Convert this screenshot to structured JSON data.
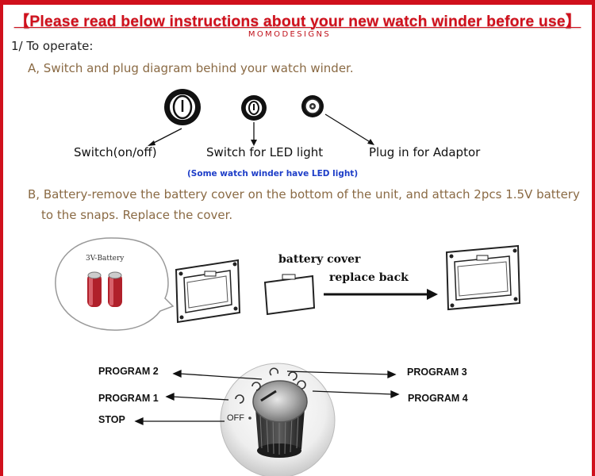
{
  "header": {
    "title": "【Please read below instructions about your new watch winder before use】",
    "brand": "MOMODESIGNS"
  },
  "section_operate": {
    "heading": "1/ To operate:",
    "part_a": "A, Switch and plug diagram behind your watch winder.",
    "labels": {
      "switch": "Switch(on/off)",
      "led_switch": "Switch for LED light",
      "plug": "Plug in for Adaptor",
      "led_note": "(Some watch winder have LED light)"
    },
    "part_b_line1": "B, Battery-remove the battery cover on the bottom of the unit, and attach 2pcs 1.5V battery",
    "part_b_line2": "to the snaps.  Replace the cover.",
    "battery_labels": {
      "battery": "3V-Battery",
      "cover": "battery cover",
      "replace": "replace back"
    }
  },
  "program_dial": {
    "program2": "PROGRAM 2",
    "program1": "PROGRAM 1",
    "stop": "STOP",
    "program3": "PROGRAM 3",
    "program4": "PROGRAM 4",
    "off": "OFF"
  },
  "colors": {
    "frame_red": "#d0101c",
    "section_brown": "#8a6a44",
    "note_blue": "#1e3ec8"
  },
  "icons": [
    "rocker-switch-icon",
    "led-switch-icon",
    "dc-plug-icon",
    "battery-icon",
    "battery-compartment-icon",
    "battery-cover-icon",
    "rotary-dial-icon"
  ]
}
